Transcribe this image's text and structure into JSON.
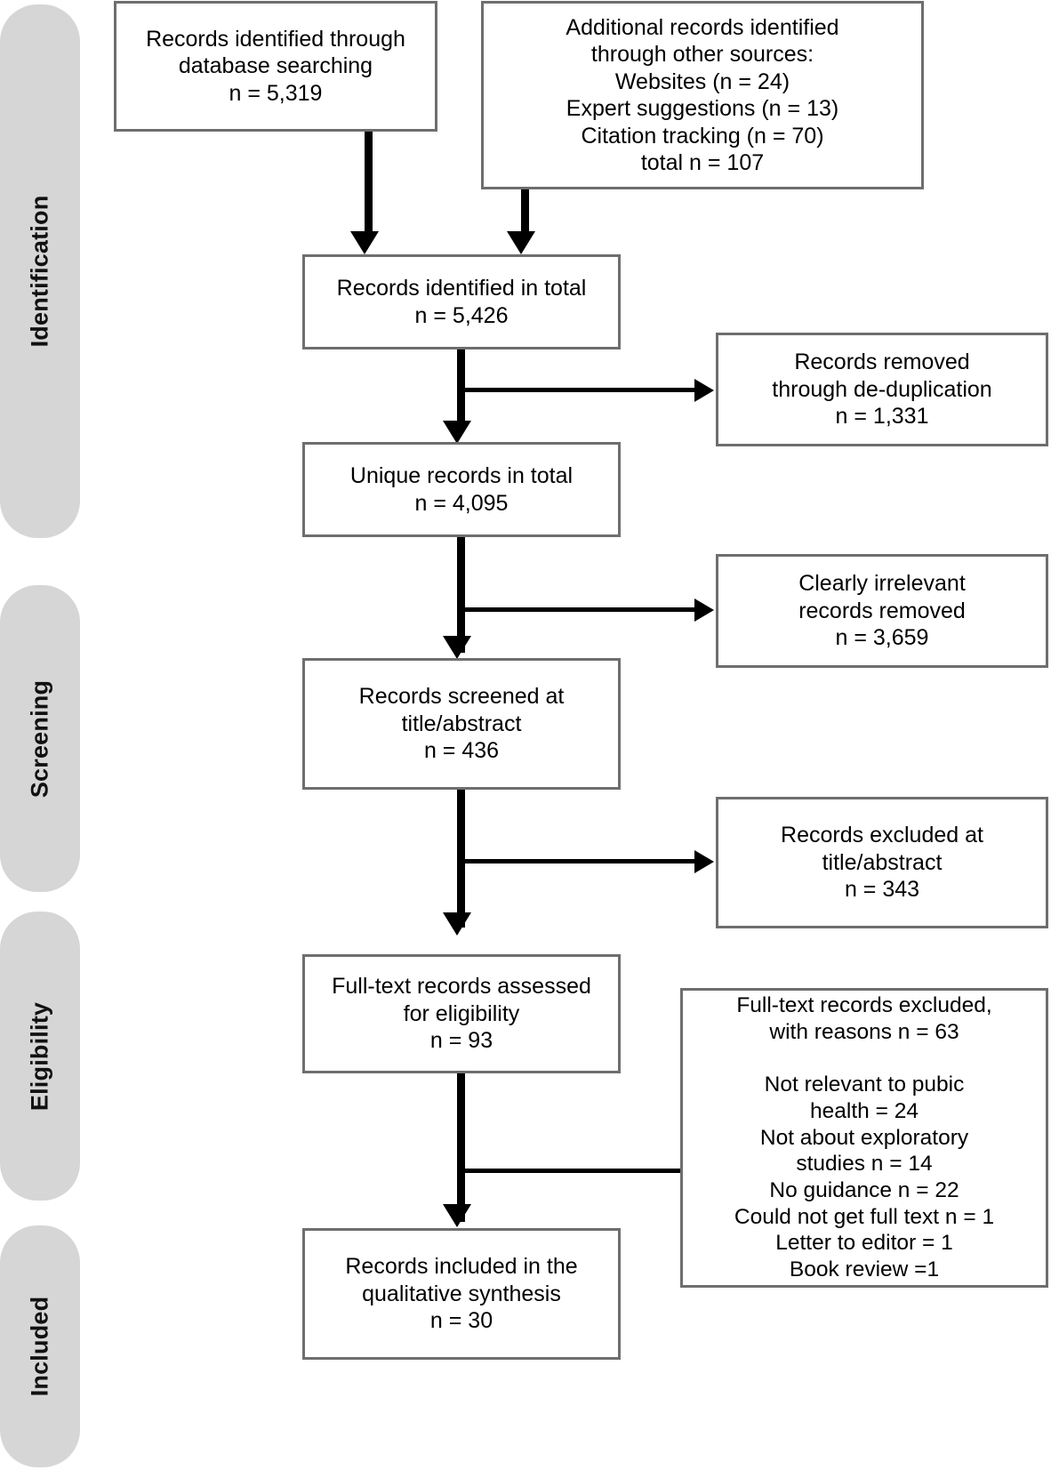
{
  "diagram": {
    "type": "prisma-flow-diagram",
    "stages": [
      {
        "label": "Identification"
      },
      {
        "label": "Screening"
      },
      {
        "label": "Eligibility"
      },
      {
        "label": "Included"
      }
    ],
    "boxes": {
      "db_search": "Records identified through\ndatabase searching\nn = 5,319",
      "other_sources": "Additional records identified\nthrough other sources:\nWebsites (n = 24)\nExpert suggestions (n = 13)\nCitation tracking (n = 70)\ntotal n = 107",
      "identified_total": "Records identified in total\nn = 5,426",
      "deduplicated": "Records removed\nthrough de-duplication\nn = 1,331",
      "unique_total": "Unique records in total\nn = 4,095",
      "irrelevant_removed": "Clearly irrelevant\nrecords removed\nn = 3,659",
      "screened": "Records screened at\ntitle/abstract\nn = 436",
      "excluded_title_abstract": "Records excluded at\ntitle/abstract\nn = 343",
      "full_text_assessed": "Full-text records assessed\nfor eligibility\nn = 93",
      "full_text_excluded": "Full-text records excluded,\nwith reasons n = 63\n\nNot relevant to pubic\nhealth = 24\nNot about exploratory\nstudies n = 14\nNo guidance n = 22\nCould not get full text n = 1\nLetter to editor = 1\nBook review =1",
      "included": "Records included in the\nqualitative synthesis\nn = 30"
    },
    "colors": {
      "pill_fill": "#d6d6d6",
      "box_border": "#6e6e6e",
      "connector": "#000000",
      "text": "#000000",
      "background": "#ffffff"
    }
  }
}
